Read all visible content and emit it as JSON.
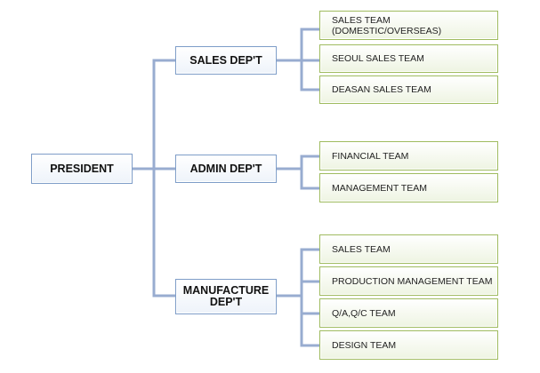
{
  "president": "PRESIDENT",
  "departments": [
    {
      "name": "SALES DEP'T",
      "teams": [
        "SALES TEAM\n(DOMESTIC/OVERSEAS)",
        "SEOUL SALES TEAM",
        "DEASAN SALES TEAM"
      ]
    },
    {
      "name": "ADMIN DEP'T",
      "teams": [
        "FINANCIAL TEAM",
        "MANAGEMENT TEAM"
      ]
    },
    {
      "name": "MANUFACTURE\nDEP'T",
      "teams": [
        "SALES TEAM",
        "PRODUCTION MANAGEMENT TEAM",
        "Q/A,Q/C TEAM",
        "DESIGN TEAM"
      ]
    }
  ],
  "colors": {
    "department_border": "#7e9dc8",
    "team_border": "#9fbb5f",
    "connector": "#98acd0"
  }
}
